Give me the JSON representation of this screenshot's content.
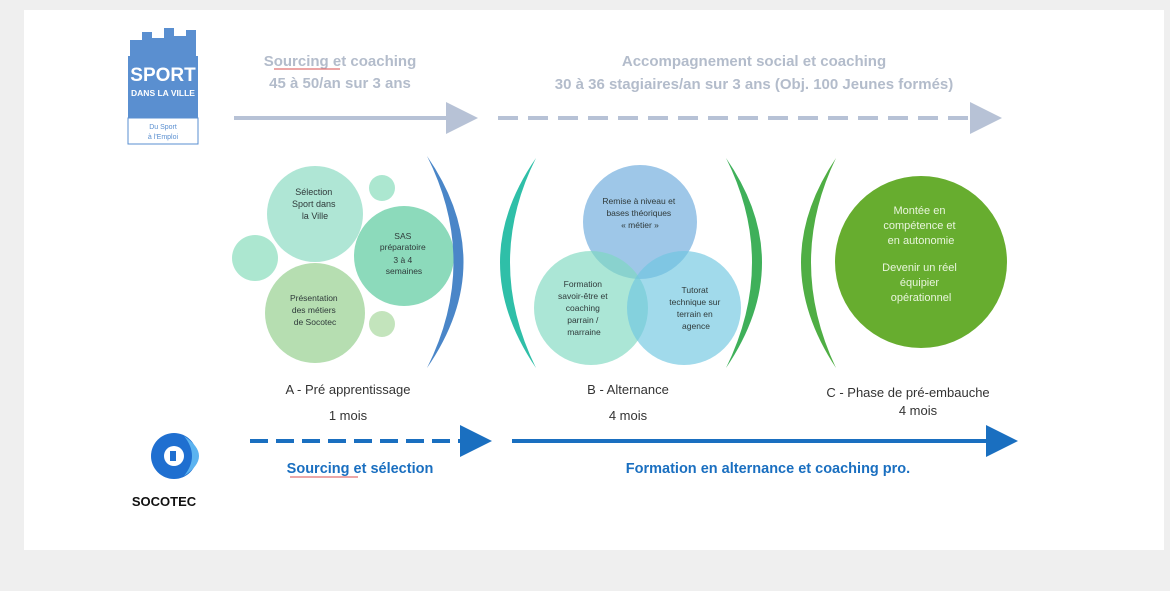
{
  "logo_top": {
    "brand_line1": "SPORT",
    "brand_line2": "DANS LA VILLE",
    "tagline_line1": "Du Sport",
    "tagline_line2": "à l'Emploi"
  },
  "top_headers": {
    "left_line1_underlined": "Sourcing",
    "left_line1_rest": " et coaching",
    "left_line2": "45 à 50/an sur 3 ans",
    "right_line1": "Accompagnement social et coaching",
    "right_line2_a": "30 à 36 stagiaires/an sur 3 ans (",
    "right_line2_underlined": "Obj",
    "right_line2_b": ". 100 Jeunes formés)"
  },
  "phase_a": {
    "circle1_lines": [
      "Sélection",
      "Sport dans",
      "la Ville"
    ],
    "circle2_lines": [
      "SAS",
      "préparatoire",
      "3 à 4",
      "semaines"
    ],
    "circle3_lines": [
      "Présentation",
      "des métiers",
      "de Socotec"
    ],
    "label": "A - Pré apprentissage",
    "duration": "1 mois"
  },
  "phase_b": {
    "circle_top_lines": [
      "Remise à niveau et",
      "bases théoriques",
      "« métier »"
    ],
    "circle_left_lines": [
      "Formation",
      "savoir-être et",
      "coaching",
      "parrain /",
      "marraine"
    ],
    "circle_right_lines": [
      "Tutorat",
      "technique sur",
      "terrain en",
      "agence"
    ],
    "label": "B - Alternance",
    "duration": "4 mois"
  },
  "phase_c": {
    "circle_lines_1": [
      "Montée en",
      "compétence et",
      "en autonomie"
    ],
    "circle_lines_2": [
      "Devenir un réel",
      "équipier",
      "opérationnel"
    ],
    "label": "C - Phase de pré-embauche",
    "duration": "4 mois"
  },
  "bottom": {
    "logo_text": "SOCOTEC",
    "left_underlined": "Sourcing",
    "left_rest": " et sélection",
    "right": "Formation en alternance et coaching pro."
  },
  "colors": {
    "top_arrow": "#b7c2d6",
    "blue": "#1a6fc0",
    "teal_bracket": "#2fbfa8",
    "green_bracket": "#3fb05a",
    "green_circle": "#67ad2f"
  }
}
